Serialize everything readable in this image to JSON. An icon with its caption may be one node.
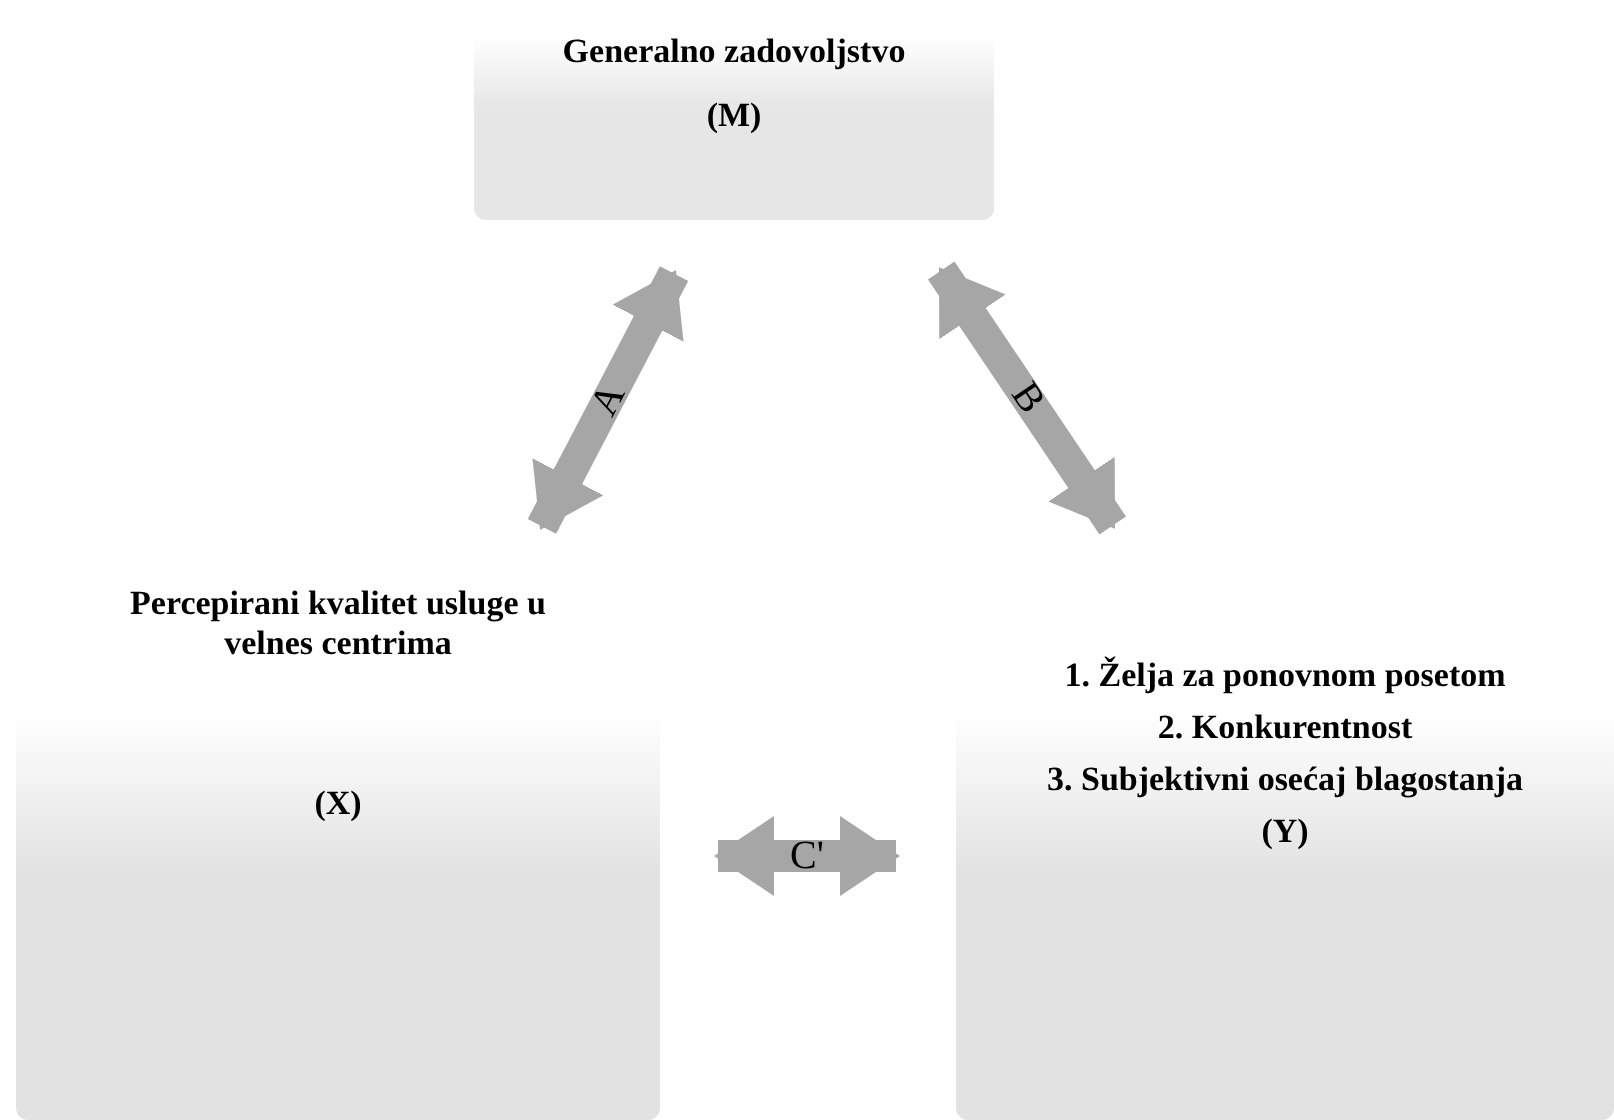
{
  "diagram": {
    "nodes": [
      {
        "text": [
          "Generalno zadovoljstvo",
          "(M)"
        ]
      },
      {
        "text": [
          "Percepirani kvalitet usluge u velnes centrima",
          "(X)"
        ]
      },
      {
        "text": [
          "1. Želja za ponovnom posetom",
          "2. Konkurentnost",
          "3. Subjektivni osećaj blagostanja",
          "(Y)"
        ]
      }
    ],
    "edges": [
      {
        "from": 1,
        "to": 0,
        "arrow": "both",
        "label": "A"
      },
      {
        "from": 0,
        "to": 2,
        "arrow": "both",
        "label": "B"
      },
      {
        "from": 1,
        "to": 2,
        "arrow": "both",
        "label": "C'"
      }
    ]
  }
}
